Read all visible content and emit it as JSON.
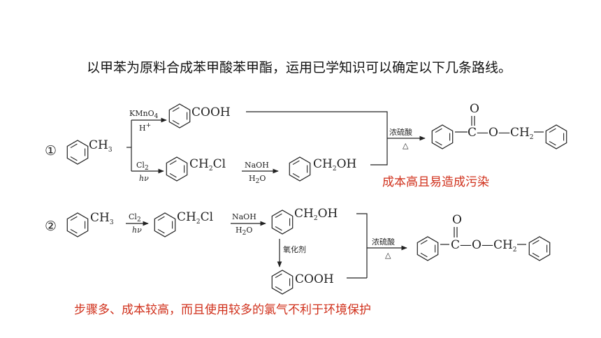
{
  "heading": "以甲苯为原料合成苯甲酸苯甲酯，运用已学知识可以确定以下几条路线。",
  "route1": {
    "marker": "①",
    "start_group": "CH",
    "start_sub": "3",
    "upper": {
      "reagent": "KMnO",
      "reagent_sub": "4",
      "condition": "H",
      "condition_sup": "+",
      "product": "COOH"
    },
    "lower": {
      "reagent": "Cl",
      "reagent_sub": "2",
      "condition": "hν",
      "intermediate_a": "CH",
      "intermediate_b": "Cl",
      "intermediate_sub": "2",
      "reagent2": "NaOH",
      "condition2_a": "H",
      "condition2_sub": "2",
      "condition2_b": "O",
      "product_a": "CH",
      "product_b": "OH",
      "product_sub": "2"
    },
    "ester_reagent": "浓硫酸",
    "ester_condition": "△",
    "ester_O_top": "O",
    "ester_chain_a": "C—O—CH",
    "ester_chain_sub": "2",
    "note": "成本高且易造成污染"
  },
  "route2": {
    "marker": "②",
    "start_group": "CH",
    "start_sub": "3",
    "reagent": "Cl",
    "reagent_sub": "2",
    "condition": "hν",
    "intermediate_a": "CH",
    "intermediate_b": "Cl",
    "intermediate_sub": "2",
    "reagent2": "NaOH",
    "condition2_a": "H",
    "condition2_sub": "2",
    "condition2_b": "O",
    "alcohol_a": "CH",
    "alcohol_b": "OH",
    "alcohol_sub": "2",
    "oxidant": "氧化剂",
    "acid": "COOH",
    "ester_reagent": "浓硫酸",
    "ester_condition": "△",
    "ester_O_top": "O",
    "ester_chain_a": "C—O—CH",
    "ester_chain_sub": "2",
    "note": "步骤多、成本较高，而且使用较多的氯气不利于环境保护"
  }
}
